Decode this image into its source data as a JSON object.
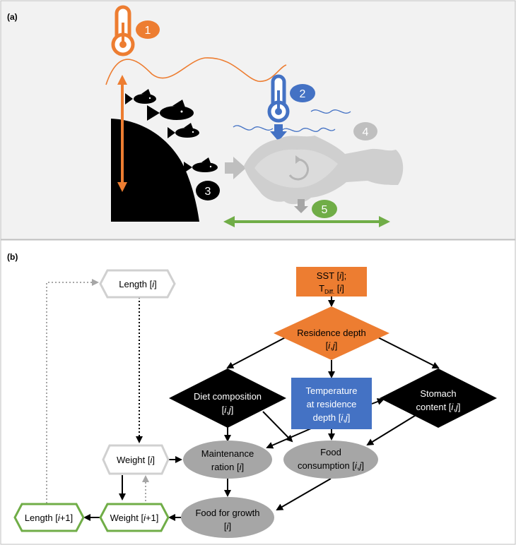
{
  "panels": {
    "a": {
      "label": "(a)"
    },
    "b": {
      "label": "(b)"
    }
  },
  "panel_a": {
    "markers": [
      {
        "id": "1",
        "text": "1",
        "color": "#ED7D31"
      },
      {
        "id": "2",
        "text": "2",
        "color": "#4472C4"
      },
      {
        "id": "3",
        "text": "3",
        "color": "#000000"
      },
      {
        "id": "4",
        "text": "4",
        "color": "#BFBFBF"
      },
      {
        "id": "5",
        "text": "5",
        "color": "#70AD47"
      }
    ]
  },
  "panel_b": {
    "nodes": {
      "sst": {
        "line1": "SST [",
        "i1": "i",
        "line1_end": "];",
        "line2a": "T",
        "line2_sub": "Diff.",
        "line2b": " [",
        "i2": "i",
        "line2_end": "]"
      },
      "residence_depth": {
        "line1": "Residence depth",
        "line2": "[",
        "i": "i",
        "comma": ",",
        "j": "j",
        "end": "]"
      },
      "diet_composition": {
        "line1": "Diet composition",
        "line2": "[",
        "i": "i",
        "comma": ",",
        "j": "j",
        "end": "]"
      },
      "temperature": {
        "line1": "Temperature",
        "line2": "at residence",
        "line3": "depth [",
        "i": "i",
        "comma": ",",
        "j": "j",
        "end": "]"
      },
      "stomach_content": {
        "line1": "Stomach",
        "line2": "content [",
        "i": "i",
        "comma": ",",
        "j": "j",
        "end": "]"
      },
      "length_i": {
        "text": "Length [",
        "i": "i",
        "end": "]"
      },
      "weight_i": {
        "text": "Weight [",
        "i": "i",
        "end": "]"
      },
      "maintenance_ration": {
        "line1": "Maintenance",
        "line2": "ration [",
        "i": "i",
        "end": "]"
      },
      "food_consumption": {
        "line1": "Food",
        "line2": "consumption [",
        "i": "i",
        "comma": ",",
        "j": "j",
        "end": "]"
      },
      "food_for_growth": {
        "line1": "Food for growth",
        "line2": "[",
        "i": "i",
        "end": "]"
      },
      "length_i1": {
        "text": "Length [",
        "i": "i",
        "end": "+1]"
      },
      "weight_i1": {
        "text": "Weight [",
        "i": "i",
        "end": "+1]"
      }
    },
    "colors": {
      "orange": "#ED7D31",
      "blue": "#4472C4",
      "black": "#000000",
      "grey_ellipse": "#A6A6A6",
      "green": "#70AD47",
      "light_grey_border": "#D0D0D0"
    }
  }
}
